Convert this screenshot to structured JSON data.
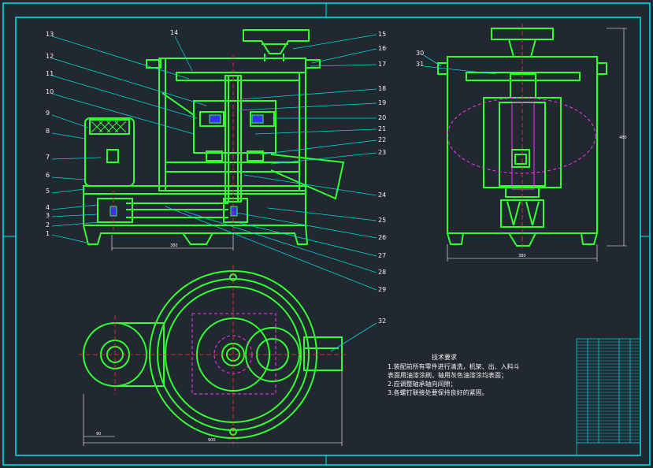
{
  "drawing": {
    "part_labels_left": [
      "13",
      "12",
      "11",
      "10",
      "9",
      "8",
      "7",
      "6",
      "5",
      "4",
      "3",
      "2",
      "1"
    ],
    "part_labels_right": [
      "15",
      "16",
      "17",
      "18",
      "19",
      "20",
      "21",
      "22",
      "23",
      "24",
      "25",
      "26",
      "27",
      "28",
      "29"
    ],
    "label_top": "14",
    "side_view_labels": [
      "30",
      "31"
    ],
    "plan_view_label": "32",
    "dim_front_width": "380",
    "dim_side_width": "380",
    "dim_side_height": "480",
    "dim_plan_width": "900",
    "dim_plan_small": "90"
  },
  "tech_notes": {
    "title": "技术要求",
    "lines": [
      "1.装配前所有零件进行清洗，机架、出、入料斗",
      "  表面用油漆涂刷，轴用灰色油漆涂均表面；",
      "2.应调整轴承轴向间隙；",
      "3.各螺钉联接处要保持良好的紧固。"
    ]
  },
  "colors": {
    "background": "#212830",
    "frame": "#00e5ee",
    "part_outline": "#33ff33",
    "leader": "#00d7d7",
    "center_line": "#ff3030",
    "hidden": "#ff33ff",
    "text": "#f2f2f2",
    "accent": "#3030ff"
  }
}
